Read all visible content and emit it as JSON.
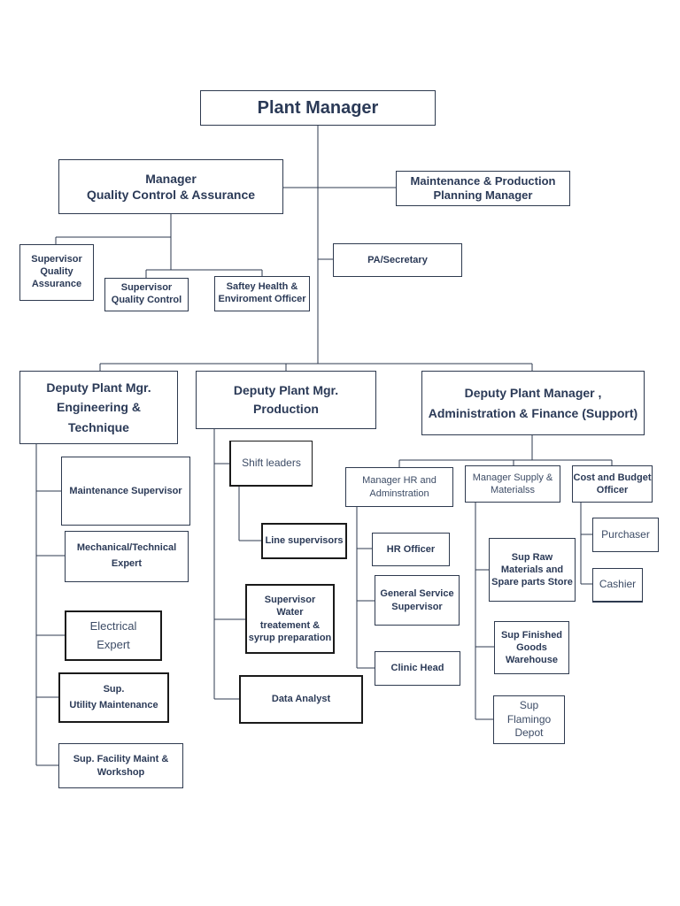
{
  "plant_manager": "Plant Manager",
  "qc_manager": "Manager\nQuality Control &  Assurance",
  "maint_prod_manager": "Maintenance & Production\nPlanning Manager",
  "pa_secretary": "PA/Secretary",
  "sup_quality_assurance": "Supervisor\nQuality\nAssurance",
  "sup_quality_control": "Supervisor\nQuality Control",
  "safety_officer": "Saftey  Health &\nEnviroment Officer",
  "deputy_engineering": "Deputy  Plant Mgr.\nEngineering  &\nTechnique",
  "deputy_production": "Deputy  Plant Mgr.\nProduction",
  "deputy_admin": "Deputy Plant Manager ,\nAdministration & Finance (Support)",
  "maintenance_supervisor": "Maintenance Supervisor",
  "mechanical_expert": "Mechanical/Technical\nExpert",
  "electrical_expert": "Electrical\nExpert",
  "utility_maintenance": "Sup.\nUtility Maintenance",
  "facility_maint": "Sup. Facility Maint &\nWorkshop",
  "shift_leaders": "Shift leaders",
  "line_supervisors": "Line supervisors",
  "water_supervisor": "Supervisor\nWater\ntreatement &\nsyrup preparation",
  "data_analyst": "Data Analyst",
  "manager_hr": "Manager HR and\nAdminstration",
  "manager_supply": "Manager Supply &\nMaterialss",
  "cost_budget_officer": "Cost and Budget\nOfficer",
  "hr_officer": "HR Officer",
  "general_service": "General Service\nSupervisor",
  "clinic_head": "Clinic Head",
  "sup_raw_materials": "Sup Raw\nMaterials and\nSpare parts Store",
  "sup_finished_goods": "Sup Finished\nGoods\nWarehouse",
  "sup_flamingo": "Sup\nFlamingo\nDepot",
  "purchaser": "Purchaser",
  "cashier": "Cashier"
}
